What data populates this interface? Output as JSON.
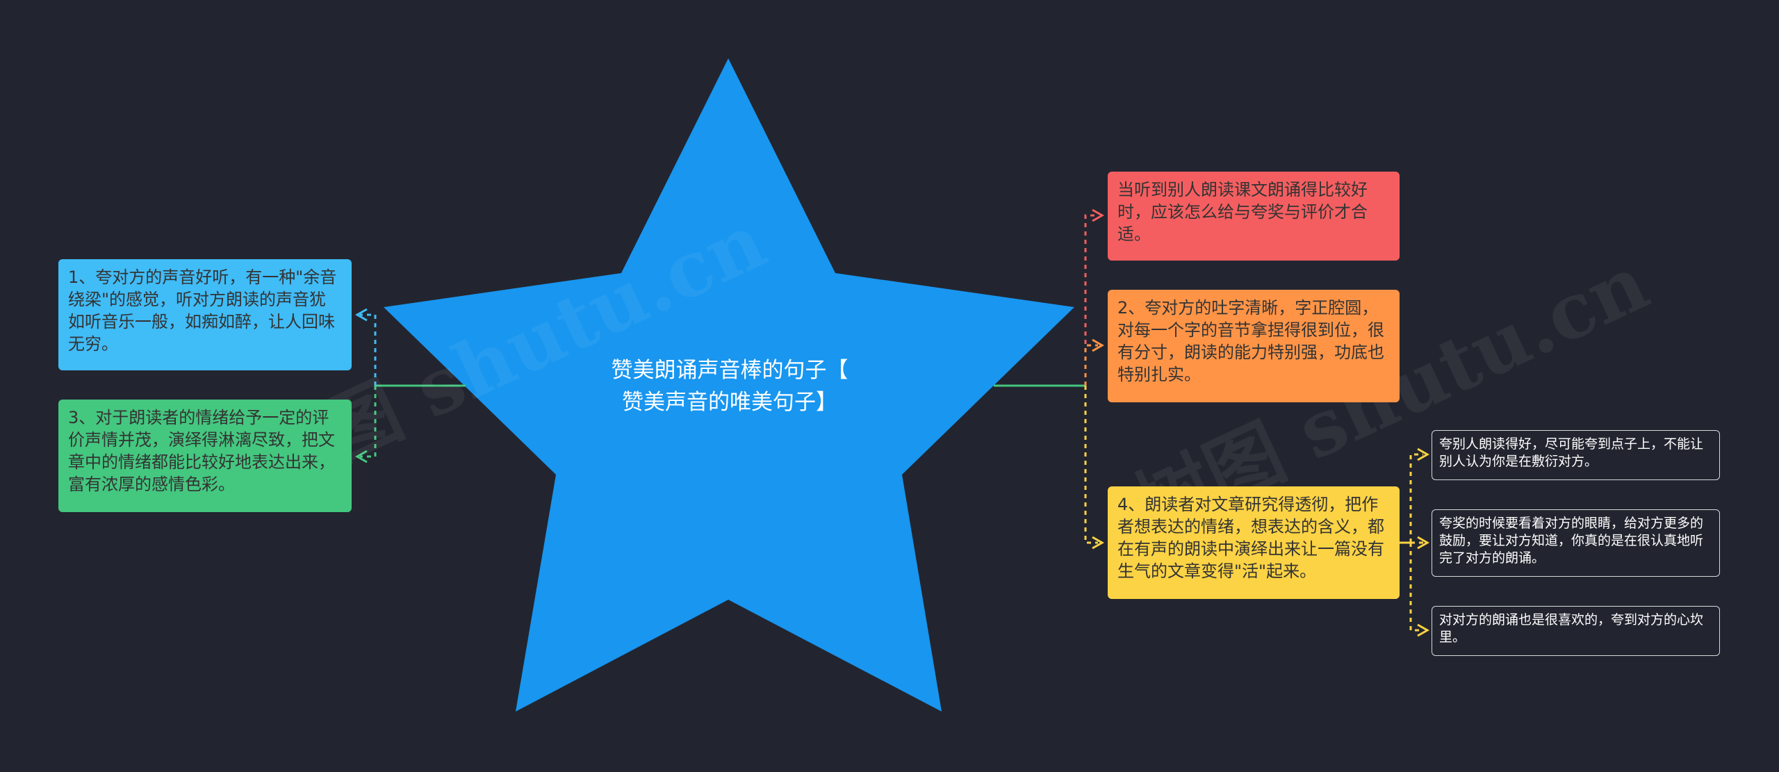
{
  "watermark": "树图 shutu.cn",
  "center": {
    "title": "赞美朗诵声音棒的句子【\n赞美声音的唯美句子】"
  },
  "left_nodes": [
    {
      "text": "1、夸对方的声音好听，有一种\"余音绕梁\"的感觉，听对方朗读的声音犹如听音乐一般，如痴如醉，让人回味无穷。",
      "color": "#40bcf7"
    },
    {
      "text": "3、对于朗读者的情绪给予一定的评价声情并茂，演绎得淋漓尽致，把文章中的情绪都能比较好地表达出来，富有浓厚的感情色彩。",
      "color": "#44c77f"
    }
  ],
  "right_nodes": [
    {
      "text": "当听到别人朗读课文朗诵得比较好时，应该怎么给与夸奖与评价才合适。",
      "color": "#f55e60"
    },
    {
      "text": "2、夸对方的吐字清晰，字正腔圆，对每一个字的音节拿捏得很到位，很有分寸，朗读的能力特别强，功底也特别扎实。",
      "color": "#ff9447"
    },
    {
      "text": "4、朗读者对文章研究得透彻，把作者想表达的情绪，想表达的含义，都在有声的朗读中演绎出来让一篇没有生气的文章变得\"活\"起来。",
      "color": "#fcd344"
    }
  ],
  "leaf_nodes": [
    {
      "text": "夸别人朗读得好，尽可能夸到点子上，不能让别人认为你是在敷衍对方。"
    },
    {
      "text": "夸奖的时候要看着对方的眼睛，给对方更多的鼓励，要让对方知道，你真的是在很认真地听完了对方的朗诵。"
    },
    {
      "text": "对对方的朗诵也是很喜欢的，夸到对方的心坎里。"
    }
  ]
}
